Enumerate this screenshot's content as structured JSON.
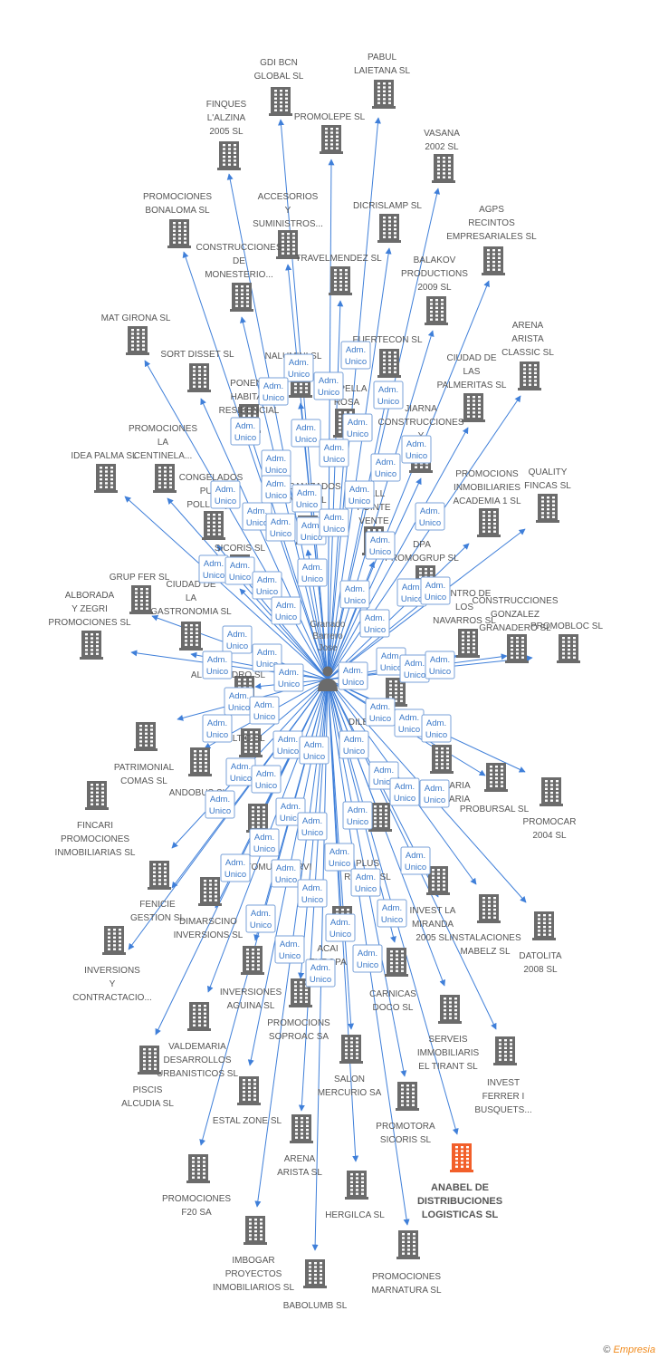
{
  "colors": {
    "edge": "#3f7fd9",
    "building": "#6b6b6b",
    "highlight": "#f25f2a",
    "role_text": "#3a78c8"
  },
  "center": {
    "icon": "person-icon",
    "label": [
      "Granado",
      "Barrero",
      "Jose"
    ]
  },
  "companies": [
    {
      "id": "c1",
      "lines": [
        "GDI BCN",
        "GLOBAL SL"
      ]
    },
    {
      "id": "c2",
      "lines": [
        "PABUL",
        "LAIETANA SL"
      ]
    },
    {
      "id": "c3",
      "lines": [
        "FINQUES",
        "L'ALZINA",
        "2005 SL"
      ]
    },
    {
      "id": "c4",
      "lines": [
        "PROMOLEPE SL"
      ]
    },
    {
      "id": "c5",
      "lines": [
        "VASANA",
        "2002 SL"
      ]
    },
    {
      "id": "c6",
      "lines": [
        "PROMOCIONES",
        "BONALOMA SL"
      ]
    },
    {
      "id": "c7",
      "lines": [
        "ACCESORIOS",
        "Y",
        "SUMINISTROS..."
      ]
    },
    {
      "id": "c8",
      "lines": [
        "DICRISLAMP SL"
      ]
    },
    {
      "id": "c9",
      "lines": [
        "AGPS",
        "RECINTOS",
        "EMPRESARIALES SL"
      ]
    },
    {
      "id": "c10",
      "lines": [
        "CONSTRUCCIONES",
        "DE",
        "MONESTERIO..."
      ]
    },
    {
      "id": "c11",
      "lines": [
        "TRAVELMENDEZ SL"
      ]
    },
    {
      "id": "c12",
      "lines": [
        "BALAKOV",
        "PRODUCTIONS",
        "2009 SL"
      ]
    },
    {
      "id": "c13",
      "lines": [
        "MAT GIRONA SL"
      ]
    },
    {
      "id": "c14",
      "lines": [
        "SORT DISSET SL"
      ]
    },
    {
      "id": "c15",
      "lines": [
        "NALUMINI SL"
      ]
    },
    {
      "id": "c16",
      "lines": [
        "FUERTECON SL"
      ]
    },
    {
      "id": "c17",
      "lines": [
        "ARENA",
        "ARISTA",
        "CLASSIC SL"
      ]
    },
    {
      "id": "c18",
      "lines": [
        "CIUDAD DE",
        "LAS",
        "PALMERITAS SL"
      ]
    },
    {
      "id": "c19",
      "lines": [
        "PONENT",
        "HABITAT",
        "RESIDENCIAL"
      ]
    },
    {
      "id": "c20",
      "lines": [
        "CAPELLA",
        "ROSA"
      ]
    },
    {
      "id": "c21",
      "lines": [
        "JIARNA",
        "CONSTRUCCIONES",
        "Y"
      ]
    },
    {
      "id": "c22",
      "lines": [
        "PROMOCIONES",
        "LA",
        "CENTINELA..."
      ]
    },
    {
      "id": "c23",
      "lines": [
        "IDEA PALMA SL"
      ]
    },
    {
      "id": "c24",
      "lines": [
        "CONGELADOS",
        "PUIG",
        "POLLENÇA"
      ]
    },
    {
      "id": "c25",
      "lines": [
        "MECANIZADOS",
        "MORELL"
      ]
    },
    {
      "id": "c26",
      "lines": [
        "BALL",
        "POINTE",
        "VENTE"
      ]
    },
    {
      "id": "c27",
      "lines": [
        "PROMOCIONS",
        "INMOBILIARIES",
        "ACADEMIA 1 SL"
      ]
    },
    {
      "id": "c28",
      "lines": [
        "QUALITY",
        "FINCAS SL"
      ]
    },
    {
      "id": "c29",
      "lines": [
        "SICORIS SL"
      ]
    },
    {
      "id": "c30",
      "lines": [
        "DPA",
        "PROMOGRUP SL"
      ]
    },
    {
      "id": "c31",
      "lines": [
        "GRUP FER SL"
      ]
    },
    {
      "id": "c32",
      "lines": [
        "CIUDAD DE",
        "LA",
        "GASTRONOMIA SL"
      ]
    },
    {
      "id": "c33",
      "lines": [
        "CENTRO DE",
        "LOS",
        "NAVARROS SL"
      ]
    },
    {
      "id": "c34",
      "lines": [
        "ALBORADA",
        "Y ZEGRI",
        "PROMOCIONES SL"
      ]
    },
    {
      "id": "c35",
      "lines": [
        "CONSTRUCCIONES",
        "GONZALEZ",
        "GRANADERO SL"
      ]
    },
    {
      "id": "c36",
      "lines": [
        "PROMOBLOC SL"
      ]
    },
    {
      "id": "c37",
      "lines": [
        "ALCAJANDRO SL"
      ]
    },
    {
      "id": "c38",
      "lines": [
        "DILECTO SL"
      ]
    },
    {
      "id": "c39",
      "lines": [
        "PATRIMONIAL",
        "COMAS SL"
      ]
    },
    {
      "id": "c40",
      "lines": [
        "BALTIC SL"
      ]
    },
    {
      "id": "c41",
      "lines": [
        "ANDOBUS SL"
      ]
    },
    {
      "id": "c42",
      "lines": [
        "INMOBILIARIA",
        "SANTA MARIA"
      ]
    },
    {
      "id": "c43",
      "lines": [
        "PROBURSAL SL"
      ]
    },
    {
      "id": "c44",
      "lines": [
        "PROMOCAR",
        "2004 SL"
      ]
    },
    {
      "id": "c45",
      "lines": [
        "FINCARI",
        "PROMOCIONES",
        "INMOBILIARIAS SL"
      ]
    },
    {
      "id": "c46",
      "lines": [
        "AUTOMULTISERVI"
      ]
    },
    {
      "id": "c47",
      "lines": [
        "PLUS",
        "ROQUE SL"
      ]
    },
    {
      "id": "c48",
      "lines": [
        "FENICIE",
        "GESTION SL"
      ]
    },
    {
      "id": "c49",
      "lines": [
        "DIMARSCINO",
        "INVERSIONS SL"
      ]
    },
    {
      "id": "c50",
      "lines": [
        "INVEST LA",
        "MIRANDA",
        "2005 SL"
      ]
    },
    {
      "id": "c51",
      "lines": [
        "INSTALACIONES",
        "MABELZ SL"
      ]
    },
    {
      "id": "c52",
      "lines": [
        "DATOLITA",
        "2008 SL"
      ]
    },
    {
      "id": "c53",
      "lines": [
        "INVERSIONS",
        "Y",
        "CONTRACTACIO..."
      ]
    },
    {
      "id": "c54",
      "lines": [
        "ACAI",
        "EUROPA"
      ]
    },
    {
      "id": "c55",
      "lines": [
        "INVERSIONES",
        "AGUINA SL"
      ]
    },
    {
      "id": "c56",
      "lines": [
        "CARNICAS",
        "DOCO SL"
      ]
    },
    {
      "id": "c57",
      "lines": [
        "PROMOCIONS",
        "SOPROAC SA"
      ]
    },
    {
      "id": "c58",
      "lines": [
        "SERVEIS",
        "IMMOBILIARIS",
        "EL TIRANT SL"
      ]
    },
    {
      "id": "c59",
      "lines": [
        "VALDEMARIA",
        "DESARROLLOS",
        "URBANISTICOS SL"
      ]
    },
    {
      "id": "c60",
      "lines": [
        "INVEST",
        "FERRER I",
        "BUSQUETS..."
      ]
    },
    {
      "id": "c61",
      "lines": [
        "PISCIS",
        "ALCUDIA SL"
      ]
    },
    {
      "id": "c62",
      "lines": [
        "SALON",
        "MERCURIO SA"
      ]
    },
    {
      "id": "c63",
      "lines": [
        "ESTAL ZONE SL"
      ]
    },
    {
      "id": "c64",
      "lines": [
        "PROMOTORA",
        "SICORIS SL"
      ]
    },
    {
      "id": "c65",
      "lines": [
        "ARENA",
        "ARISTA SL"
      ]
    },
    {
      "id": "c66",
      "lines": [
        "ANABEL DE",
        "DISTRIBUCIONES",
        "LOGISTICAS SL"
      ],
      "highlight": true
    },
    {
      "id": "c67",
      "lines": [
        "PROMOCIONES",
        "F20 SA"
      ]
    },
    {
      "id": "c68",
      "lines": [
        "HERGILCA SL"
      ]
    },
    {
      "id": "c69",
      "lines": [
        "IMBOGAR",
        "PROYECTOS",
        "INMOBILIARIOS SL"
      ]
    },
    {
      "id": "c70",
      "lines": [
        "PROMOCIONES",
        "MARNATURA SL"
      ]
    },
    {
      "id": "c71",
      "lines": [
        "BABOLUMB SL"
      ]
    }
  ],
  "role": {
    "line1": "Adm.",
    "line2": "Unico"
  },
  "footer": {
    "copyright": "©",
    "brand": "Empresia"
  }
}
